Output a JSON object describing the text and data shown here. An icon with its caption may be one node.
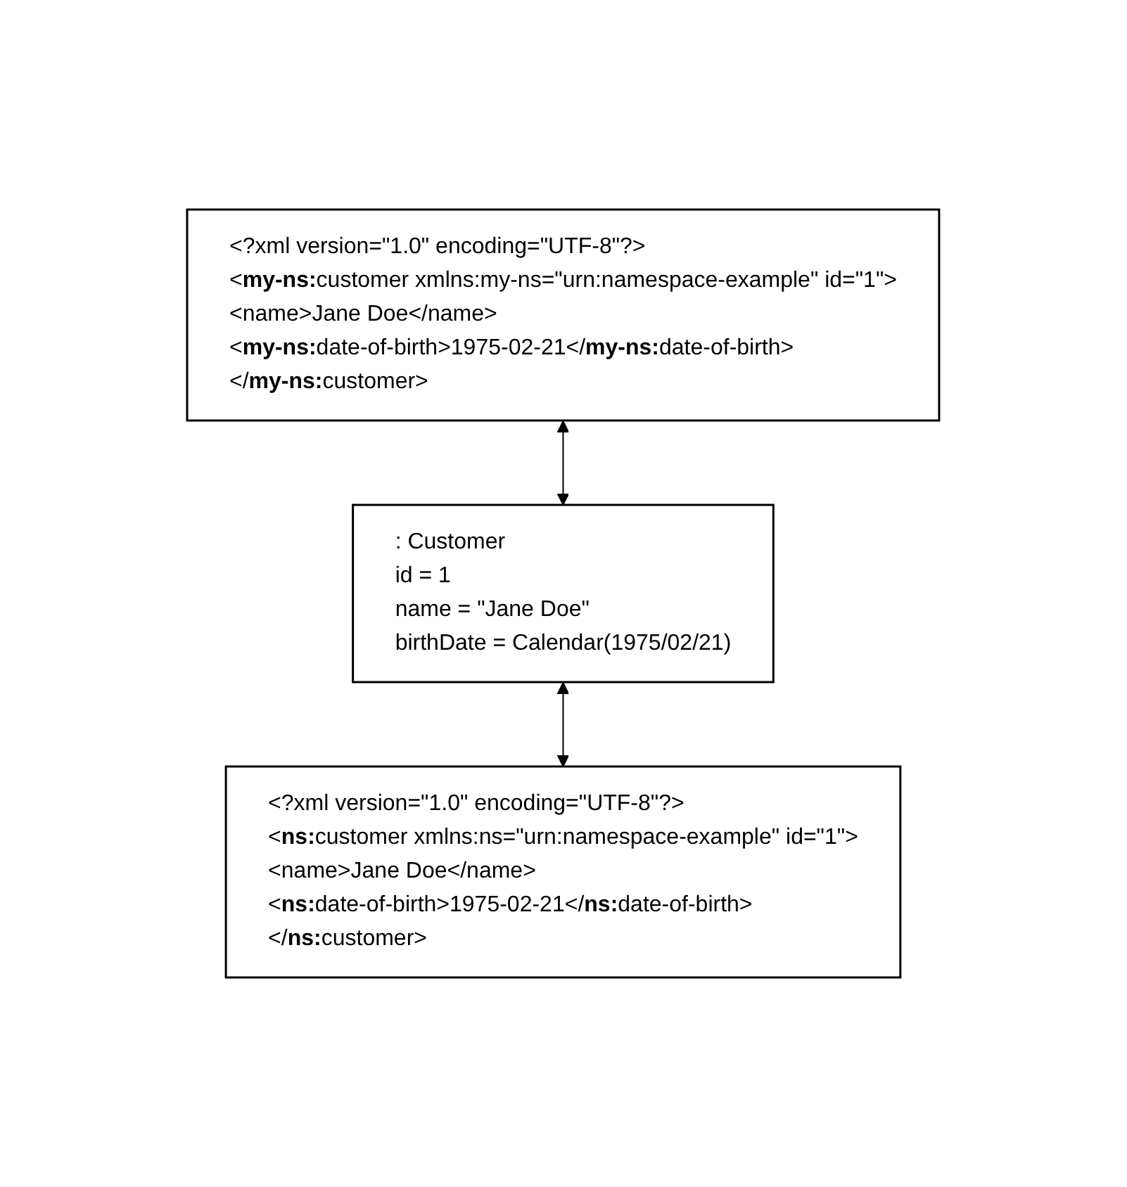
{
  "diagram": {
    "nodes": [
      {
        "text": [
          "<?xml version=\"1.0\" encoding=\"UTF-8\"?>",
          "<**my-ns:**customer xmlns:my-ns=\"urn:namespace-example\" id=\"1\">",
          "<name>Jane Doe</name>",
          "<**my-ns:**date-of-birth>1975-02-21</**my-ns:**date-of-birth>",
          "</**my-ns:**customer>"
        ]
      },
      {
        "text": [
          ": Customer",
          "id = 1",
          "name = \"Jane Doe\"",
          "birthDate = Calendar(1975/02/21)"
        ]
      },
      {
        "text": [
          "<?xml version=\"1.0\" encoding=\"UTF-8\"?>",
          "<**ns:**customer xmlns:ns=\"urn:namespace-example\" id=\"1\">",
          "<name>Jane Doe</name>",
          "<**ns:**date-of-birth>1975-02-21</**ns:**date-of-birth>",
          "</**ns:**customer>"
        ]
      }
    ],
    "edges": [
      {
        "from": 0,
        "to": 1,
        "arrow": "both"
      },
      {
        "from": 1,
        "to": 2,
        "arrow": "both"
      }
    ]
  }
}
